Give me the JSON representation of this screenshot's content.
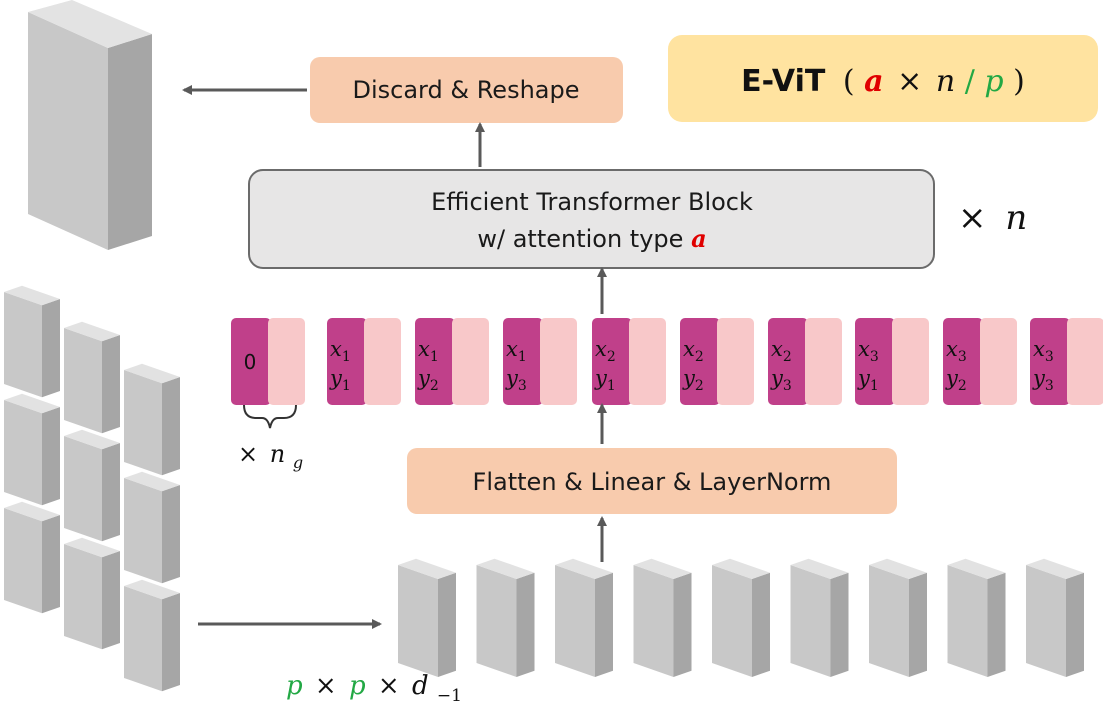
{
  "title": {
    "name": "E-ViT",
    "open": "(",
    "a": "a",
    "times": "×",
    "n": "n",
    "slash": "/",
    "p": "p",
    "close": ")"
  },
  "blocks": {
    "discard": "Discard & Reshape",
    "transformer_line1": "Efficient Transformer Block",
    "transformer_line2_prefix": "w/ attention type ",
    "transformer_line2_var": "a",
    "flatten": "Flatten & Linear & LayerNorm"
  },
  "repeat": {
    "times": "×",
    "n": "n"
  },
  "tokens": [
    {
      "single": "0"
    },
    {
      "x": "x",
      "xs": "1",
      "y": "y",
      "ys": "1"
    },
    {
      "x": "x",
      "xs": "1",
      "y": "y",
      "ys": "2"
    },
    {
      "x": "x",
      "xs": "1",
      "y": "y",
      "ys": "3"
    },
    {
      "x": "x",
      "xs": "2",
      "y": "y",
      "ys": "1"
    },
    {
      "x": "x",
      "xs": "2",
      "y": "y",
      "ys": "2"
    },
    {
      "x": "x",
      "xs": "2",
      "y": "y",
      "ys": "3"
    },
    {
      "x": "x",
      "xs": "3",
      "y": "y",
      "ys": "1"
    },
    {
      "x": "x",
      "xs": "3",
      "y": "y",
      "ys": "2"
    },
    {
      "x": "x",
      "xs": "3",
      "y": "y",
      "ys": "3"
    }
  ],
  "ng_label": {
    "times": "×",
    "n": "n",
    "sub": "g"
  },
  "patch_label": {
    "p1": "p",
    "t1": "×",
    "p2": "p",
    "t2": "×",
    "d": "d",
    "sub": "−1"
  },
  "colors": {
    "token_dark": "#c0408a",
    "token_light": "#f8c8c9",
    "orange_box": "#f8cbad",
    "gray_box": "#e7e6e6",
    "title_box": "#ffe3a0",
    "accent_red": "#e00000",
    "accent_green": "#22a844",
    "arrow": "#595959"
  }
}
